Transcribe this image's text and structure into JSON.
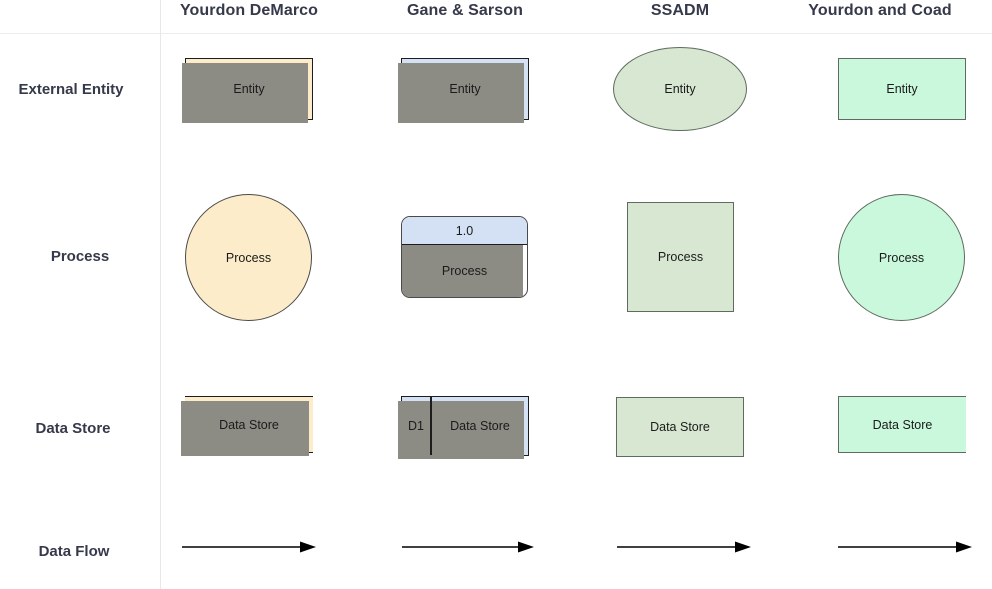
{
  "table": {
    "columns": [
      {
        "label": "Yourdon DeMarco"
      },
      {
        "label": "Gane & Sarson"
      },
      {
        "label": "SSADM"
      },
      {
        "label": "Yourdon and Coad"
      }
    ],
    "rows": [
      {
        "label": "External Entity"
      },
      {
        "label": "Process"
      },
      {
        "label": "Data Store"
      },
      {
        "label": "Data Flow"
      }
    ]
  },
  "cells": {
    "external_entity": {
      "yourdon_demarco": {
        "text": "Entity",
        "shape": "rectangle-with-shadow",
        "fill": "#fcecc9",
        "stroke": "#1d1d1d"
      },
      "gane_sarson": {
        "text": "Entity",
        "shape": "rectangle-with-shadow",
        "fill": "#d4e1f5",
        "stroke": "#1d1d1d"
      },
      "ssadm": {
        "text": "Entity",
        "shape": "ellipse",
        "fill": "#d8e7d2",
        "stroke": "#5e6b5e"
      },
      "yourdon_coad": {
        "text": "Entity",
        "shape": "rectangle",
        "fill": "#caf8dd",
        "stroke": "#5e6b5e"
      }
    },
    "process": {
      "yourdon_demarco": {
        "text": "Process",
        "shape": "circle",
        "fill": "#fcecc9",
        "stroke": "#4a4a4a"
      },
      "gane_sarson": {
        "id": "1.0",
        "text": "Process",
        "shape": "rounded-rectangle-split",
        "fill": "#ffffff",
        "header_fill": "#d4e1f5",
        "stroke": "#4a4a4a"
      },
      "ssadm": {
        "text": "Process",
        "shape": "square",
        "fill": "#d8e7d2",
        "stroke": "#5e6b5e"
      },
      "yourdon_coad": {
        "text": "Process",
        "shape": "circle",
        "fill": "#caf8dd",
        "stroke": "#5e6b5e"
      }
    },
    "data_store": {
      "yourdon_demarco": {
        "text": "Data Store",
        "shape": "open-ended-rectangle",
        "fill": "#fcecc9",
        "stroke": "#1d1d1d"
      },
      "gane_sarson": {
        "id": "D1",
        "text": "Data Store",
        "shape": "rectangle-with-id-compartment",
        "fill": "#d4e1f5",
        "stroke": "#1d1d1d"
      },
      "ssadm": {
        "text": "Data Store",
        "shape": "rectangle",
        "fill": "#d8e7d2",
        "stroke": "#5e6b5e"
      },
      "yourdon_coad": {
        "text": "Data Store",
        "shape": "open-right-rectangle",
        "fill": "#caf8dd",
        "stroke": "#5e6b5e"
      }
    },
    "data_flow": {
      "yourdon_demarco": {
        "shape": "arrow-right",
        "stroke": "#000000"
      },
      "gane_sarson": {
        "shape": "arrow-right",
        "stroke": "#000000"
      },
      "ssadm": {
        "shape": "arrow-right",
        "stroke": "#000000"
      },
      "yourdon_coad": {
        "shape": "arrow-right",
        "stroke": "#000000"
      }
    }
  },
  "style": {
    "background": "#ffffff",
    "gridline": "#e8e8e8",
    "header_text": "#36394a"
  }
}
